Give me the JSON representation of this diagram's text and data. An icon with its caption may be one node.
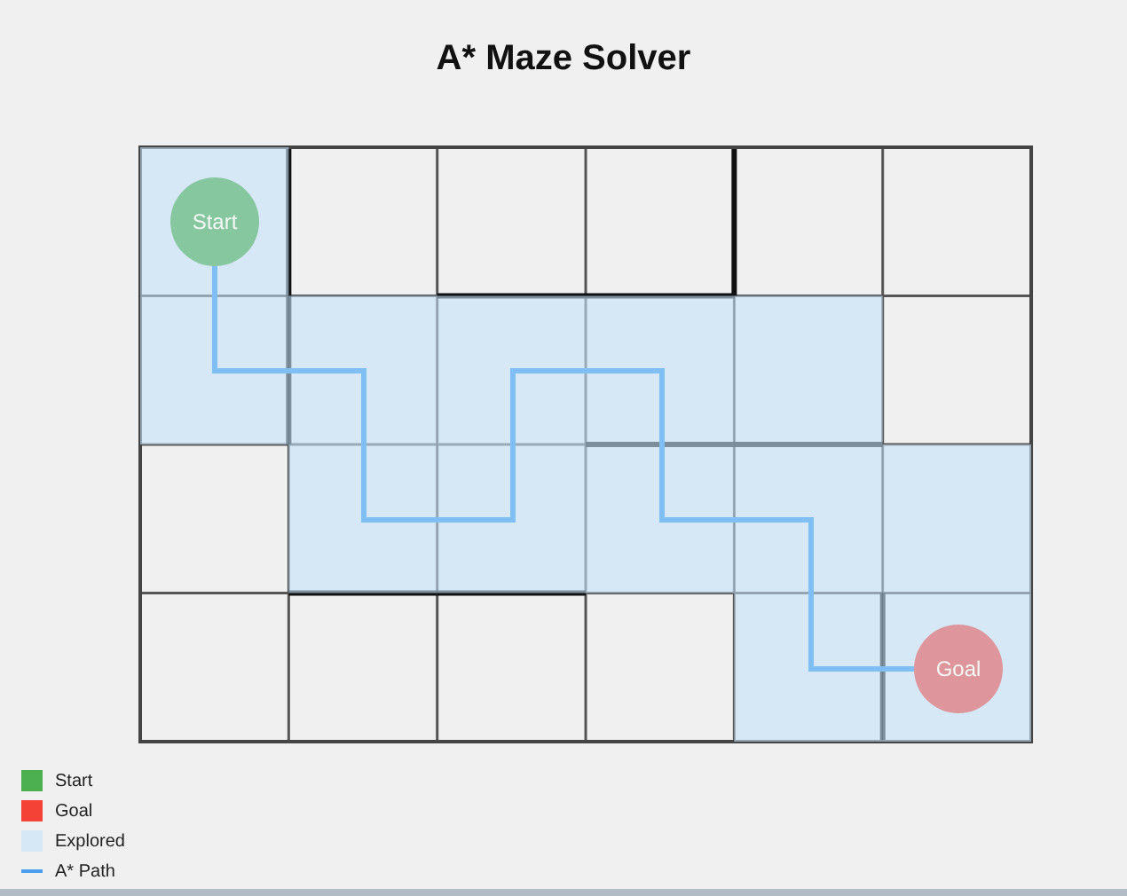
{
  "diagram": {
    "title": "A* Maze Solver",
    "nodes": [
      {
        "text": [
          "Start"
        ]
      },
      {
        "text": [
          "Goal"
        ]
      }
    ],
    "edges": [
      {
        "from": 0,
        "to": 1,
        "arrow": "none"
      }
    ],
    "legend": [
      {
        "text": "Start",
        "color": "#4caf50"
      },
      {
        "text": "Goal",
        "color": "#f44336"
      },
      {
        "text": "Explored",
        "color": "#d6e7f5"
      },
      {
        "text": "A* Path"
      }
    ]
  }
}
